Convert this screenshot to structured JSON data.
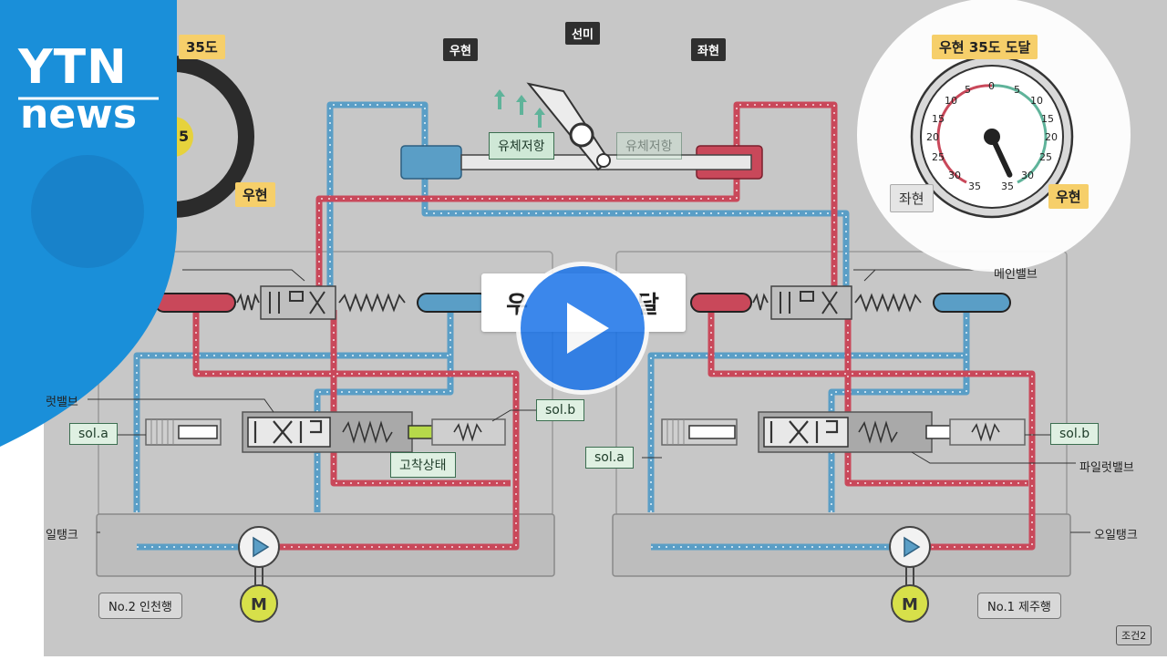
{
  "logo": {
    "line1": "YTN",
    "line2": "news"
  },
  "top_labels": {
    "right_turn": "우현",
    "heading": "선미",
    "left_turn": "좌현"
  },
  "wheel": {
    "angle_label": "35도",
    "side_label": "우현",
    "hub_digit": "5"
  },
  "rudder": {
    "resist_left": "유체저항",
    "resist_right": "유체저항"
  },
  "gauge": {
    "title": "우현 35도 도달",
    "left_label": "좌현",
    "right_label": "우현",
    "ticks_left": [
      "5",
      "10",
      "15",
      "20",
      "25",
      "30",
      "35"
    ],
    "ticks_right": [
      "5",
      "10",
      "15",
      "20",
      "25",
      "30",
      "35"
    ],
    "zero": "0",
    "needle_value": 35
  },
  "left_unit": {
    "valve_label": "럿밸브",
    "sol_a": "sol.a",
    "sol_b": "sol.b",
    "stuck_label": "고착상태",
    "tank_label": "일탱크",
    "name": "No.2 인천행"
  },
  "right_unit": {
    "main_valve_label": "메인밸브",
    "sol_a": "sol.a",
    "sol_b": "sol.b",
    "pilot_valve_label": "파일럿밸브",
    "tank_label": "오일탱크",
    "name": "No.1 제주행"
  },
  "overlay": {
    "left_char": "우",
    "right_char": "달"
  },
  "footer": {
    "condition": "조건2"
  },
  "colors": {
    "red_line": "#c9485a",
    "blue_line": "#5a9ec6",
    "bg": "#c7c7c7",
    "motor": "#d7e04a",
    "ytn_blue": "#1a8fd9"
  }
}
